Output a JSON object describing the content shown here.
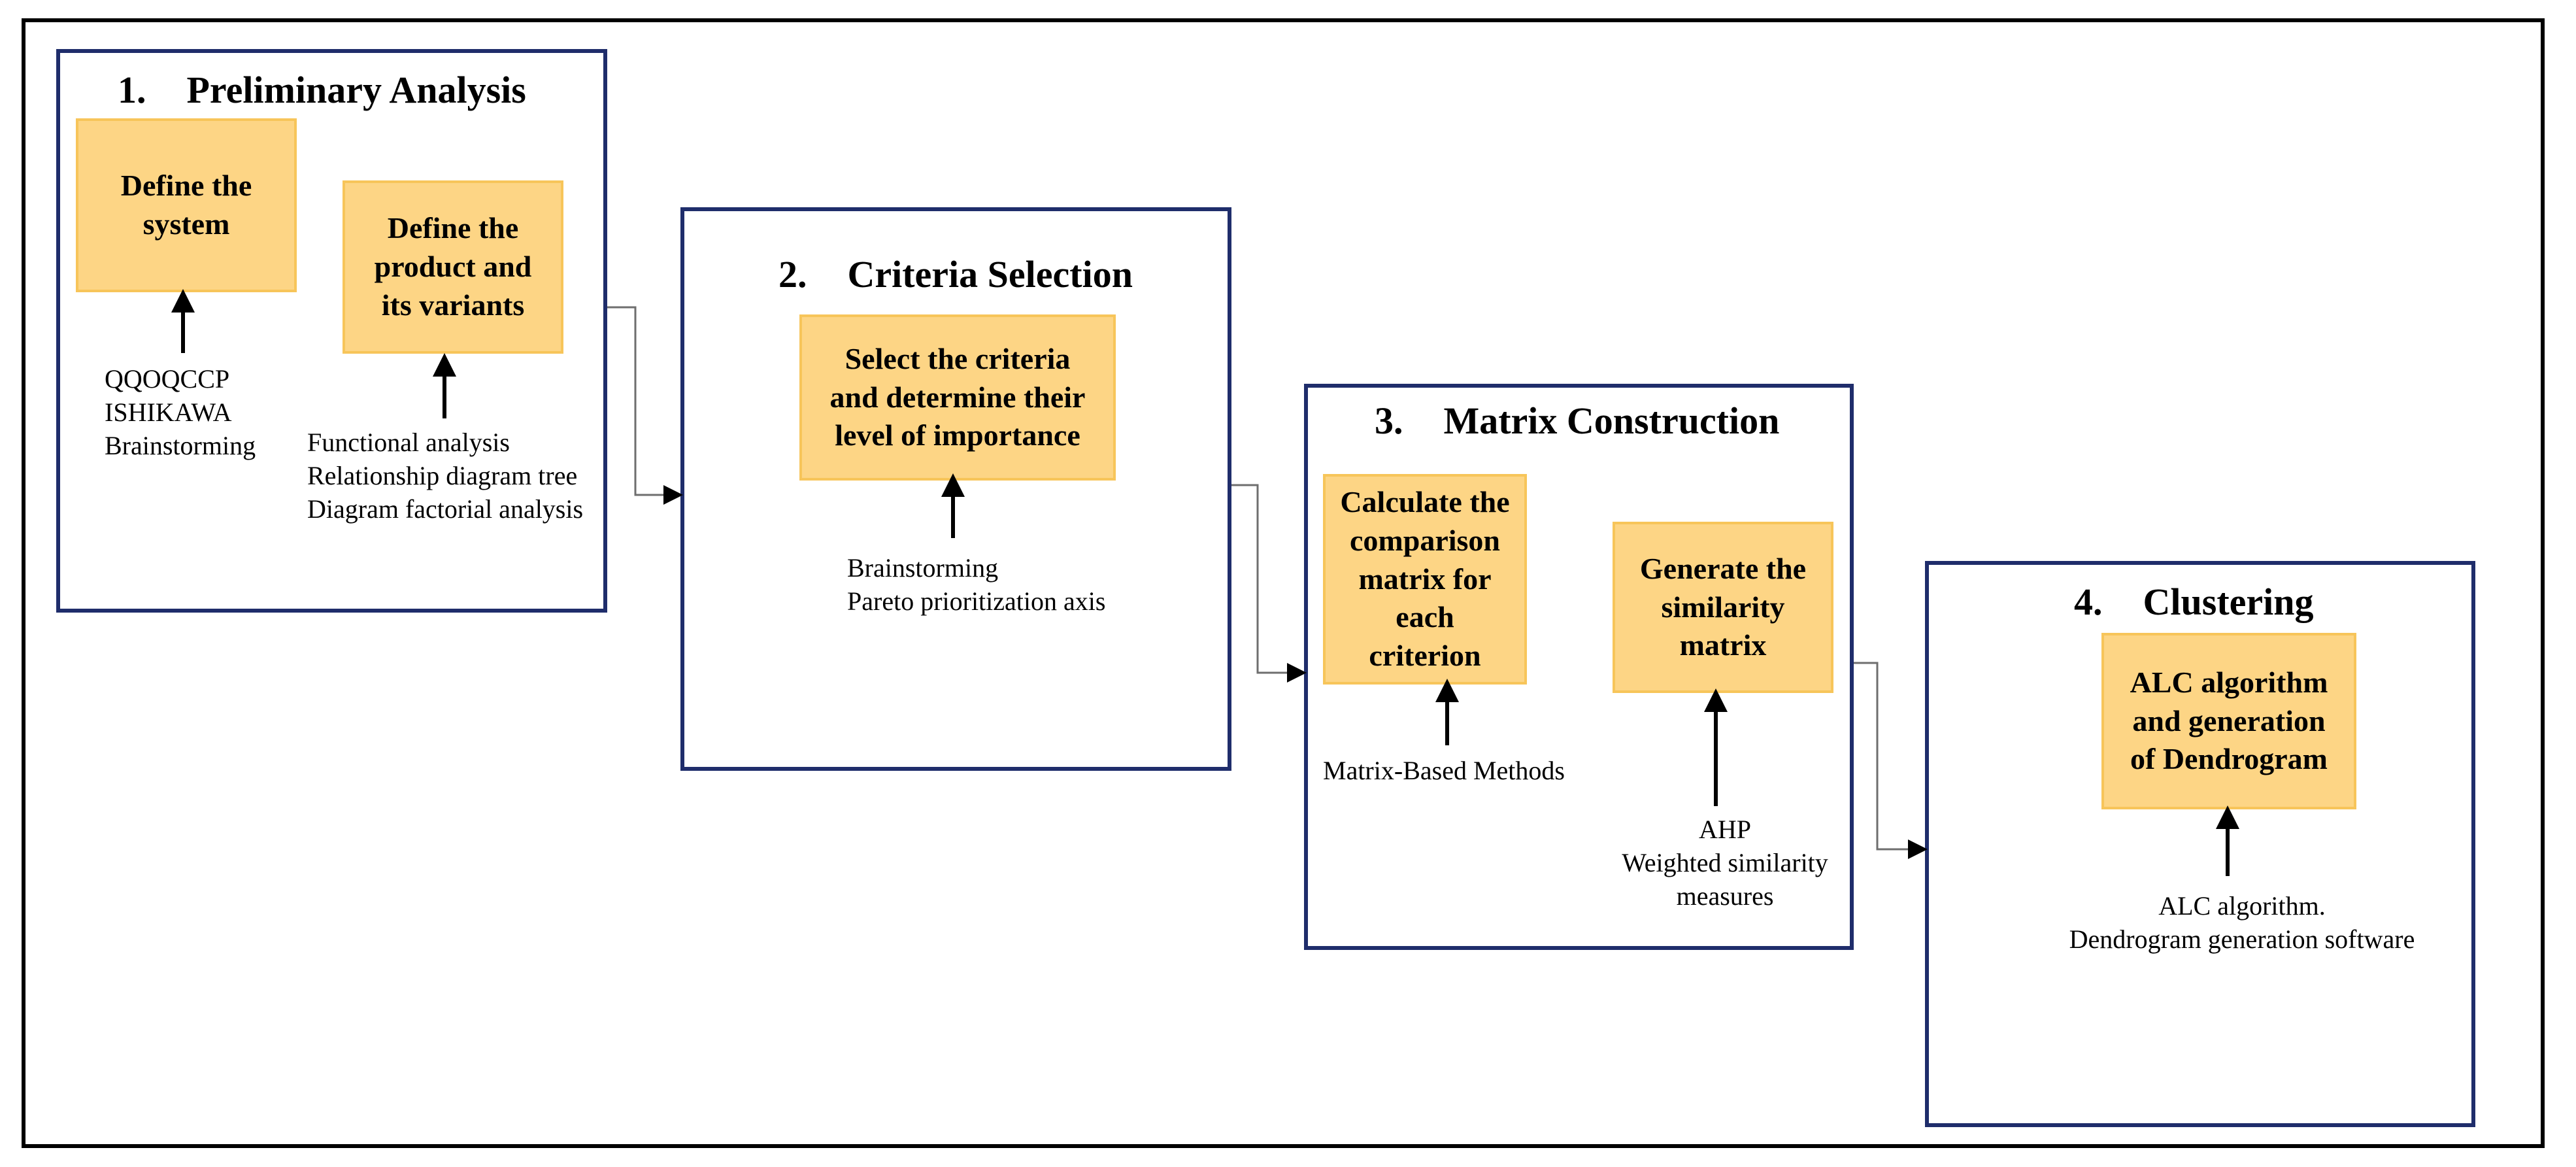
{
  "stages": [
    {
      "number": "1.",
      "title": "Preliminary Analysis",
      "tasks": [
        {
          "label": "Define the\nsystem",
          "tools": "QQOQCCP\nISHIKAWA\nBrainstorming"
        },
        {
          "label": "Define the\nproduct and\nits variants",
          "tools": "Functional analysis\nRelationship diagram tree\nDiagram factorial analysis"
        }
      ]
    },
    {
      "number": "2.",
      "title": "Criteria Selection",
      "tasks": [
        {
          "label": "Select the criteria\nand determine their\nlevel of importance",
          "tools": "Brainstorming\nPareto prioritization axis"
        }
      ]
    },
    {
      "number": "3.",
      "title": "Matrix Construction",
      "tasks": [
        {
          "label": "Calculate the\ncomparison\nmatrix for\neach criterion",
          "tools": "Matrix-Based Methods"
        },
        {
          "label": "Generate the\nsimilarity\nmatrix",
          "tools": "AHP\nWeighted similarity\nmeasures"
        }
      ]
    },
    {
      "number": "4.",
      "title": "Clustering",
      "tasks": [
        {
          "label": "ALC algorithm\nand generation\nof Dendrogram",
          "tools": "ALC algorithm.\nDendrogram generation software"
        }
      ]
    }
  ],
  "colors": {
    "stage_border": "#1f2d6b",
    "task_fill": "#fdd585",
    "task_border": "#f7c55a",
    "connector": "#000000"
  }
}
